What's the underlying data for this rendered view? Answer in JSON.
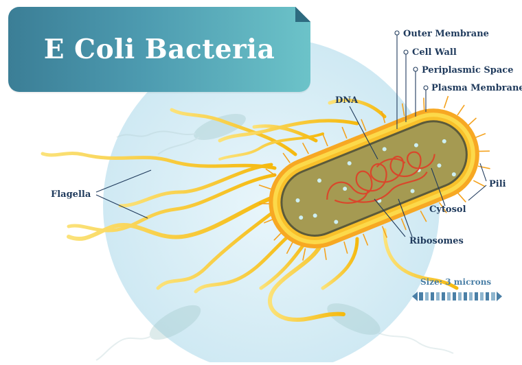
{
  "title": "E Coli Bacteria",
  "labels": {
    "outer_membrane": "Outer Membrane",
    "cell_wall": "Cell Wall",
    "periplasmic_space": "Periplasmic Space",
    "plasma_membrane": "Plasma Membrane",
    "dna": "DNA",
    "flagella": "Flagella",
    "pili": "Pili",
    "cytosol": "Cytosol",
    "ribosomes": "Ribosomes"
  },
  "scale": {
    "label": "Size: 3 microns"
  },
  "colors": {
    "label_text": "#1f3a5c",
    "banner_start": "#3b7e96",
    "banner_end": "#6cc3c9",
    "flagella": "#f7c31a",
    "outer_membrane": "#f9b233",
    "cytoplasm": "#a59a52",
    "dna": "#d9472b",
    "ribosome": "#cdeff3",
    "background_circle": "#d7eef6"
  }
}
